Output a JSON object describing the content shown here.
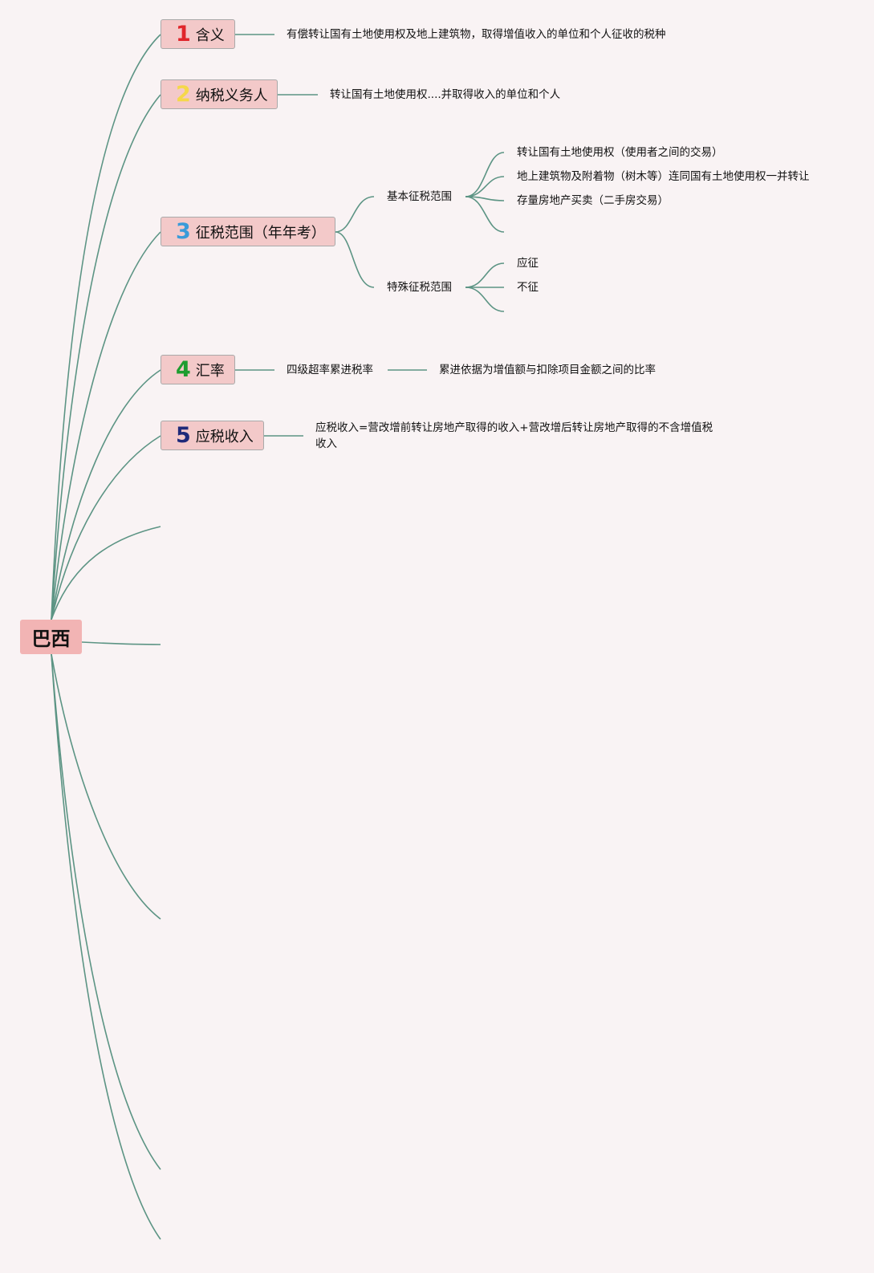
{
  "root": {
    "label": "巴西"
  },
  "topics": [
    {
      "num": "1",
      "num_color": "#e0262b",
      "label": "含义"
    },
    {
      "num": "2",
      "num_color": "#f5d84a",
      "label": "纳税义务人"
    },
    {
      "num": "3",
      "num_color": "#3a9bd9",
      "label": "征税范围（年年考）"
    },
    {
      "num": "4",
      "num_color": "#1e9d2f",
      "label": "汇率"
    },
    {
      "num": "5",
      "num_color": "#1e2a7a",
      "label": "应税收入"
    }
  ],
  "details": {
    "meaning": "有偿转让国有土地使用权及地上建筑物，取得增值收入的单位和个人征收的税种",
    "taxpayer": "转让国有土地使用权....并取得收入的单位和个人",
    "scope_basic": "基本征税范围",
    "scope_basic_items": [
      "转让国有土地使用权（使用者之间的交易）",
      "地上建筑物及附着物（树木等）连同国有土地使用权一并转让",
      "存量房地产买卖（二手房交易）"
    ],
    "scope_special": "特殊征税范围",
    "scope_special_items": [
      "应征",
      "不征"
    ],
    "rate_type": "四级超率累进税率",
    "rate_basis": "累进依据为增值额与扣除项目金额之间的比率",
    "income": "应税收入=营改增前转让房地产取得的收入+营改增后转让房地产取得的不含增值税收入"
  },
  "colors": {
    "line": "#5c9484",
    "node_fill": "#f3c9c9",
    "root_fill": "#f2b4b4",
    "background": "#f9f3f4"
  }
}
